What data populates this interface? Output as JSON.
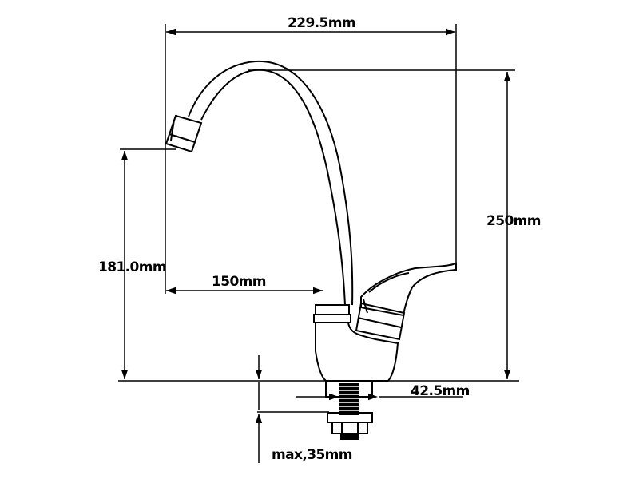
{
  "dimensions": {
    "width_top": "229.5mm",
    "height_total": "250mm",
    "spout_height": "181.0mm",
    "spout_reach": "150mm",
    "thread_diameter": "42.5mm",
    "max_mount": "max,35mm"
  }
}
